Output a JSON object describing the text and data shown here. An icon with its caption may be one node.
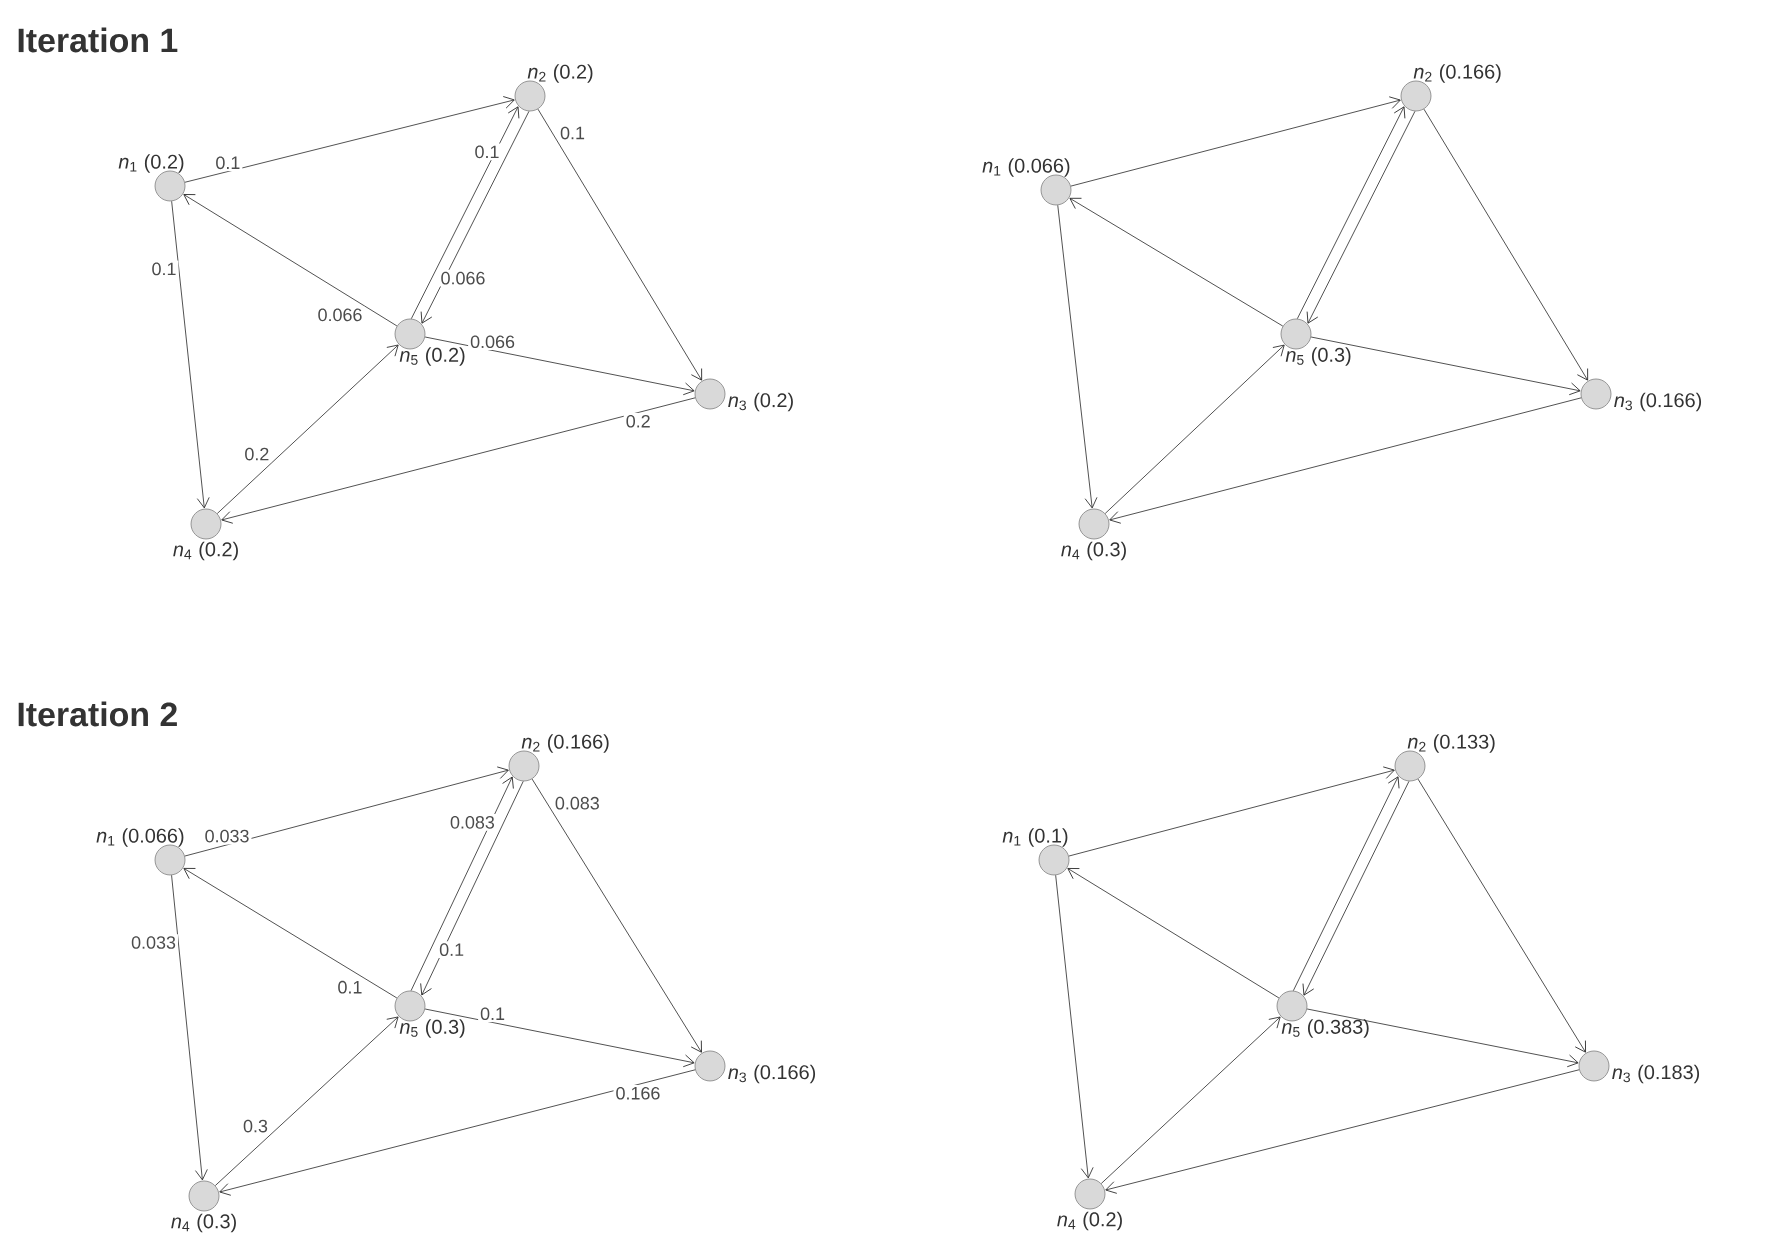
{
  "diagram": {
    "nodes": [
      {
        "text": [],
        "shape": "circle",
        "beside": [
          "*n*$_{1}$ (0.2)"
        ]
      },
      {
        "text": [],
        "shape": "circle",
        "beside": [
          "*n*$_{2}$ (0.2)"
        ]
      },
      {
        "text": [],
        "shape": "circle",
        "beside": [
          "*n*$_{3}$ (0.2)"
        ]
      },
      {
        "text": [],
        "shape": "circle",
        "beside": [
          "*n*$_{4}$ (0.2)"
        ]
      },
      {
        "text": [],
        "shape": "circle",
        "beside": [
          "*n*$_{5}$ (0.2)"
        ]
      },
      {
        "text": [],
        "shape": "circle",
        "beside": [
          "*n*$_{1}$ (0.066)"
        ]
      },
      {
        "text": [],
        "shape": "circle",
        "beside": [
          "*n*$_{2}$ (0.166)"
        ]
      },
      {
        "text": [],
        "shape": "circle",
        "beside": [
          "*n*$_{3}$ (0.166)"
        ]
      },
      {
        "text": [],
        "shape": "circle",
        "beside": [
          "*n*$_{4}$ (0.3)"
        ]
      },
      {
        "text": [],
        "shape": "circle",
        "beside": [
          "*n*$_{5}$ (0.3)"
        ]
      },
      {
        "text": [],
        "shape": "circle",
        "beside": [
          "*n*$_{1}$ (0.066)"
        ]
      },
      {
        "text": [],
        "shape": "circle",
        "beside": [
          "*n*$_{2}$ (0.166)"
        ]
      },
      {
        "text": [],
        "shape": "circle",
        "beside": [
          "*n*$_{3}$ (0.166)"
        ]
      },
      {
        "text": [],
        "shape": "circle",
        "beside": [
          "*n*$_{4}$ (0.3)"
        ]
      },
      {
        "text": [],
        "shape": "circle",
        "beside": [
          "*n*$_{5}$ (0.3)"
        ]
      },
      {
        "text": [],
        "shape": "circle",
        "beside": [
          "*n*$_{1}$ (0.1)"
        ]
      },
      {
        "text": [],
        "shape": "circle",
        "beside": [
          "*n*$_{2}$ (0.133)"
        ]
      },
      {
        "text": [],
        "shape": "circle",
        "beside": [
          "*n*$_{3}$ (0.183)"
        ]
      },
      {
        "text": [],
        "shape": "circle",
        "beside": [
          "*n*$_{4}$ (0.2)"
        ]
      },
      {
        "text": [],
        "shape": "circle",
        "beside": [
          "*n*$_{5}$ (0.383)"
        ]
      }
    ],
    "edges": [
      {
        "from": 0,
        "to": 1,
        "arrow": "to",
        "label": "0.1"
      },
      {
        "from": 0,
        "to": 3,
        "arrow": "to",
        "label": "0.1"
      },
      {
        "from": 1,
        "to": 2,
        "arrow": "to",
        "label": "0.1"
      },
      {
        "from": 1,
        "to": 4,
        "arrow": "to",
        "label": "0.1"
      },
      {
        "from": 4,
        "to": 1,
        "arrow": "to",
        "label": "0.066"
      },
      {
        "from": 4,
        "to": 0,
        "arrow": "to",
        "label": "0.066"
      },
      {
        "from": 4,
        "to": 2,
        "arrow": "to",
        "label": "0.066"
      },
      {
        "from": 3,
        "to": 4,
        "arrow": "to",
        "label": "0.2"
      },
      {
        "from": 2,
        "to": 3,
        "arrow": "to",
        "label": "0.2"
      },
      {
        "from": 5,
        "to": 6,
        "arrow": "to"
      },
      {
        "from": 5,
        "to": 8,
        "arrow": "to"
      },
      {
        "from": 6,
        "to": 7,
        "arrow": "to"
      },
      {
        "from": 6,
        "to": 9,
        "arrow": "to"
      },
      {
        "from": 9,
        "to": 6,
        "arrow": "to"
      },
      {
        "from": 9,
        "to": 5,
        "arrow": "to"
      },
      {
        "from": 9,
        "to": 7,
        "arrow": "to"
      },
      {
        "from": 8,
        "to": 9,
        "arrow": "to"
      },
      {
        "from": 7,
        "to": 8,
        "arrow": "to"
      },
      {
        "from": 10,
        "to": 11,
        "arrow": "to",
        "label": "0.033"
      },
      {
        "from": 10,
        "to": 13,
        "arrow": "to",
        "label": "0.033"
      },
      {
        "from": 11,
        "to": 12,
        "arrow": "to",
        "label": "0.083"
      },
      {
        "from": 11,
        "to": 14,
        "arrow": "to",
        "label": "0.083"
      },
      {
        "from": 14,
        "to": 11,
        "arrow": "to",
        "label": "0.1"
      },
      {
        "from": 14,
        "to": 10,
        "arrow": "to",
        "label": "0.1"
      },
      {
        "from": 14,
        "to": 12,
        "arrow": "to",
        "label": "0.1"
      },
      {
        "from": 13,
        "to": 14,
        "arrow": "to",
        "label": "0.3"
      },
      {
        "from": 12,
        "to": 13,
        "arrow": "to",
        "label": "0.166"
      },
      {
        "from": 15,
        "to": 16,
        "arrow": "to"
      },
      {
        "from": 15,
        "to": 18,
        "arrow": "to"
      },
      {
        "from": 16,
        "to": 17,
        "arrow": "to"
      },
      {
        "from": 16,
        "to": 19,
        "arrow": "to"
      },
      {
        "from": 19,
        "to": 16,
        "arrow": "to"
      },
      {
        "from": 19,
        "to": 15,
        "arrow": "to"
      },
      {
        "from": 19,
        "to": 17,
        "arrow": "to"
      },
      {
        "from": 18,
        "to": 19,
        "arrow": "to"
      },
      {
        "from": 17,
        "to": 18,
        "arrow": "to"
      }
    ],
    "labels": [
      "Iteration 1",
      "Iteration 2"
    ]
  }
}
